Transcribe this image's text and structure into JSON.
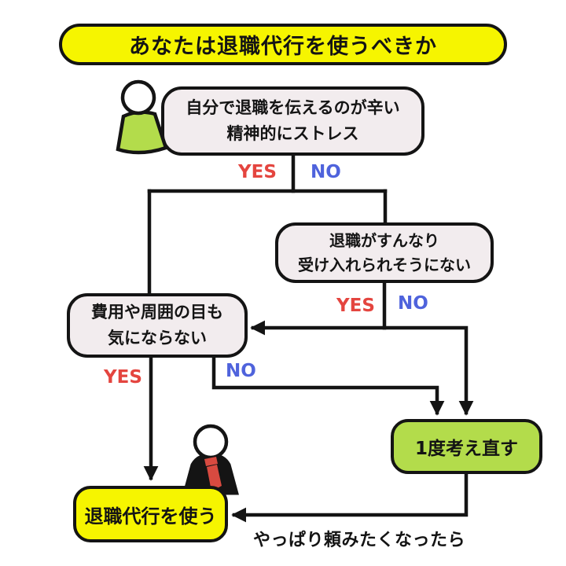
{
  "title": "あなたは退職代行を使うべきか",
  "nodes": {
    "q1": {
      "line1": "自分で退職を伝えるのが辛い",
      "line2": "精神的にストレス"
    },
    "q2": {
      "line1": "退職がすんなり",
      "line2": "受け入れられそうにない"
    },
    "q3": {
      "line1": "費用や周囲の目も",
      "line2": "気にならない"
    },
    "reconsider": {
      "label": "1度考え直す"
    },
    "use_service": {
      "label": "退職代行を使う"
    }
  },
  "labels": {
    "q1_yes": "YES",
    "q1_no": "NO",
    "q2_yes": "YES",
    "q2_no": "NO",
    "q3_yes": "YES",
    "q3_no": "NO",
    "loop_caption": "やっぱり頼みたくなったら"
  },
  "icons": {
    "person_green": "person-green-shirt-icon",
    "person_suit": "person-black-suit-red-tie-icon"
  },
  "colors": {
    "yellow": "#f6f500",
    "bubble": "#f2ecee",
    "green": "#b3dc4b",
    "line": "#141414",
    "yes_red": "#e4453f",
    "no_blue": "#4f63dc",
    "tie_red": "#d84a40"
  }
}
